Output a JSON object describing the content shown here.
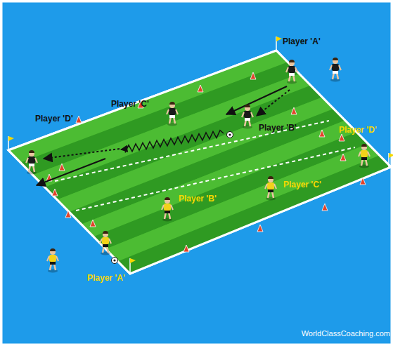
{
  "diagram": {
    "labels": [
      "Player 'A'",
      "Player 'C'",
      "Player 'D'",
      "Player 'B'",
      "Player 'D'",
      "Player 'C'",
      "Player 'B'",
      "Player 'A'",
      "WorldClassCoaching.com"
    ]
  }
}
